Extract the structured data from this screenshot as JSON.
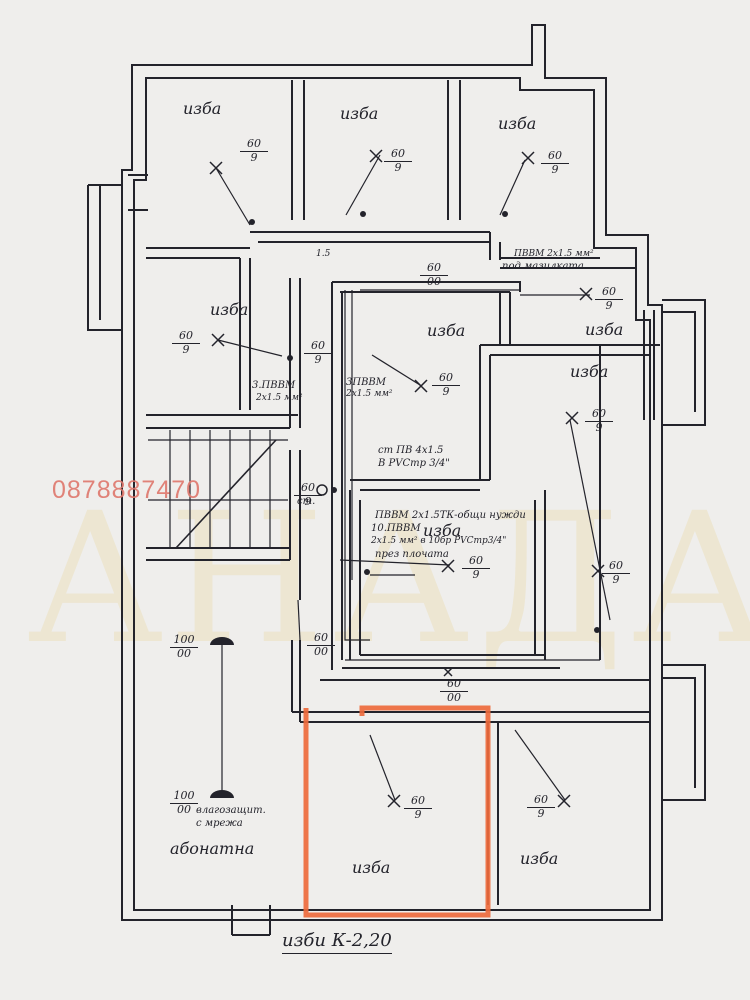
{
  "watermark": "AНАДА",
  "phone": "0878887470",
  "title": "изби К-2,20",
  "rooms": [
    {
      "label": "изба"
    },
    {
      "label": "изба"
    },
    {
      "label": "изба"
    },
    {
      "label": "изба"
    },
    {
      "label": "изба"
    },
    {
      "label": "изба"
    },
    {
      "label": "изба"
    },
    {
      "label": "изба"
    },
    {
      "label": "изба"
    },
    {
      "label": "изба"
    }
  ],
  "annotations": {
    "under_plaster": "под мазилката",
    "cable_2x15": "ПВВМ 2х1.5 мм²",
    "cable_3pvvm": "3.ПВВМ",
    "cable_2x15b": "2х1.5 мм²",
    "cable_3pvvm_b": "3ПВВМ",
    "cable_2x15c": "2х1.5 мм²",
    "st_pv": "ст ПВ 4х1.5",
    "rvc": "В РVСтр 3/4\"",
    "common_needs": "ПВВМ 2х1.5ТК-общи нужди",
    "pvvm10": "10.ПВВМ",
    "pvvm10b": "2х1.5 мм² в 10бр РVСтр3/4\"",
    "through_slab": "през плочата",
    "moisture": "влагозащит.",
    "mesh": "с мрежа",
    "subscriber": "абонатна",
    "st": "ст.",
    "dim15": "1.5"
  },
  "fixtures": [
    {
      "num": "60",
      "den": "9"
    },
    {
      "num": "60",
      "den": "9"
    },
    {
      "num": "60",
      "den": "9"
    },
    {
      "num": "60",
      "den": "9"
    },
    {
      "num": "60",
      "den": "9"
    },
    {
      "num": "60",
      "den": "9"
    },
    {
      "num": "60",
      "den": "9"
    },
    {
      "num": "60",
      "den": "9"
    },
    {
      "num": "60",
      "den": "9"
    },
    {
      "num": "60",
      "den": "9"
    },
    {
      "num": "60",
      "den": "9"
    },
    {
      "num": "60",
      "den": "00"
    },
    {
      "num": "60",
      "den": "00"
    },
    {
      "num": "100",
      "den": "00"
    },
    {
      "num": "100",
      "den": "00"
    },
    {
      "num": "60",
      "den": "00"
    },
    {
      "num": "60",
      "den": "9"
    },
    {
      "num": "60",
      "den": "9"
    }
  ],
  "colors": {
    "ink": "#23232b",
    "highlight": "#ee6a3c",
    "paper": "#efeeec",
    "phone": "#de786e"
  }
}
